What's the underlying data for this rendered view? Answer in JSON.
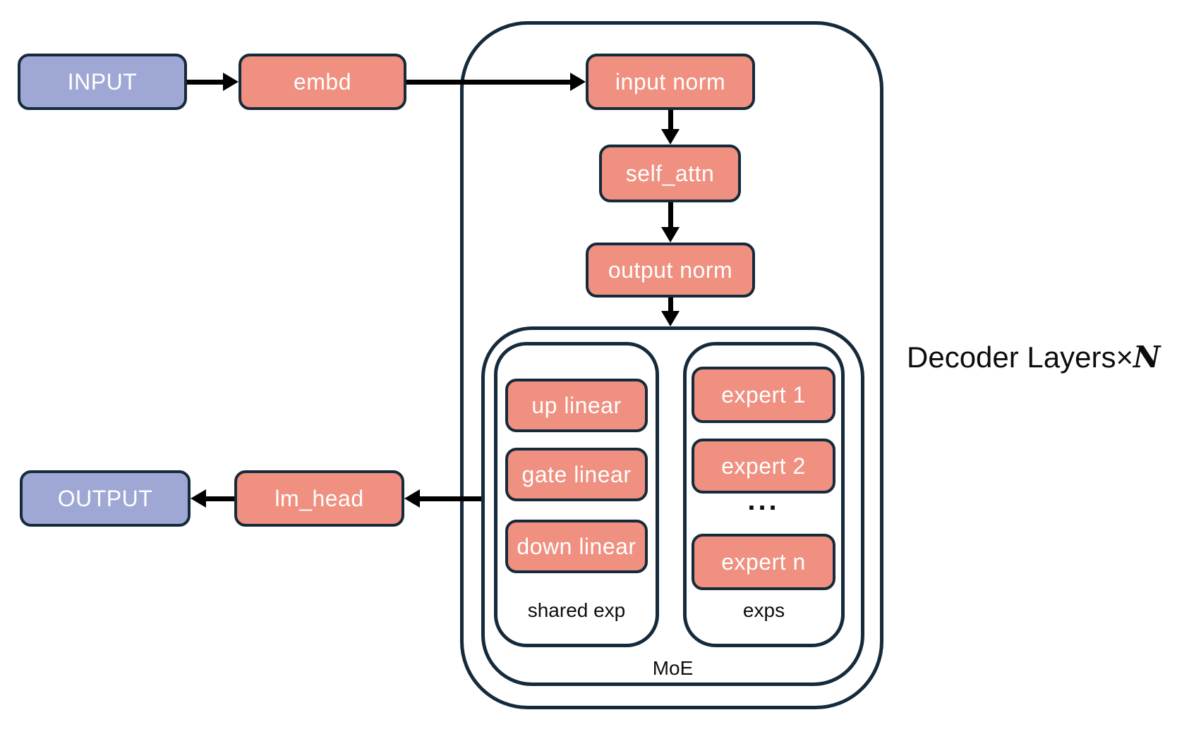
{
  "colors": {
    "background": "#ffffff",
    "node_salmon": "#EF9080",
    "node_purple": "#9FA8D5",
    "border_navy": "#152A3B",
    "node_text": "#ffffff",
    "label_text": "#0d0d0d",
    "arrow": "#000000"
  },
  "nodes": {
    "input": "INPUT",
    "embd": "embd",
    "input_norm": "input norm",
    "self_attn": "self_attn",
    "output_norm": "output norm",
    "up_linear": "up linear",
    "gate_linear": "gate linear",
    "down_linear": "down linear",
    "expert_1": "expert 1",
    "expert_2": "expert 2",
    "expert_ellipsis": "...",
    "expert_n": "expert n",
    "lm_head": "lm_head",
    "output": "OUTPUT"
  },
  "containers": {
    "shared_exp_label": "shared exp",
    "exps_label": "exps",
    "moe_label": "MoE"
  },
  "annotation": {
    "text": "Decoder Layers×",
    "count": "N"
  }
}
